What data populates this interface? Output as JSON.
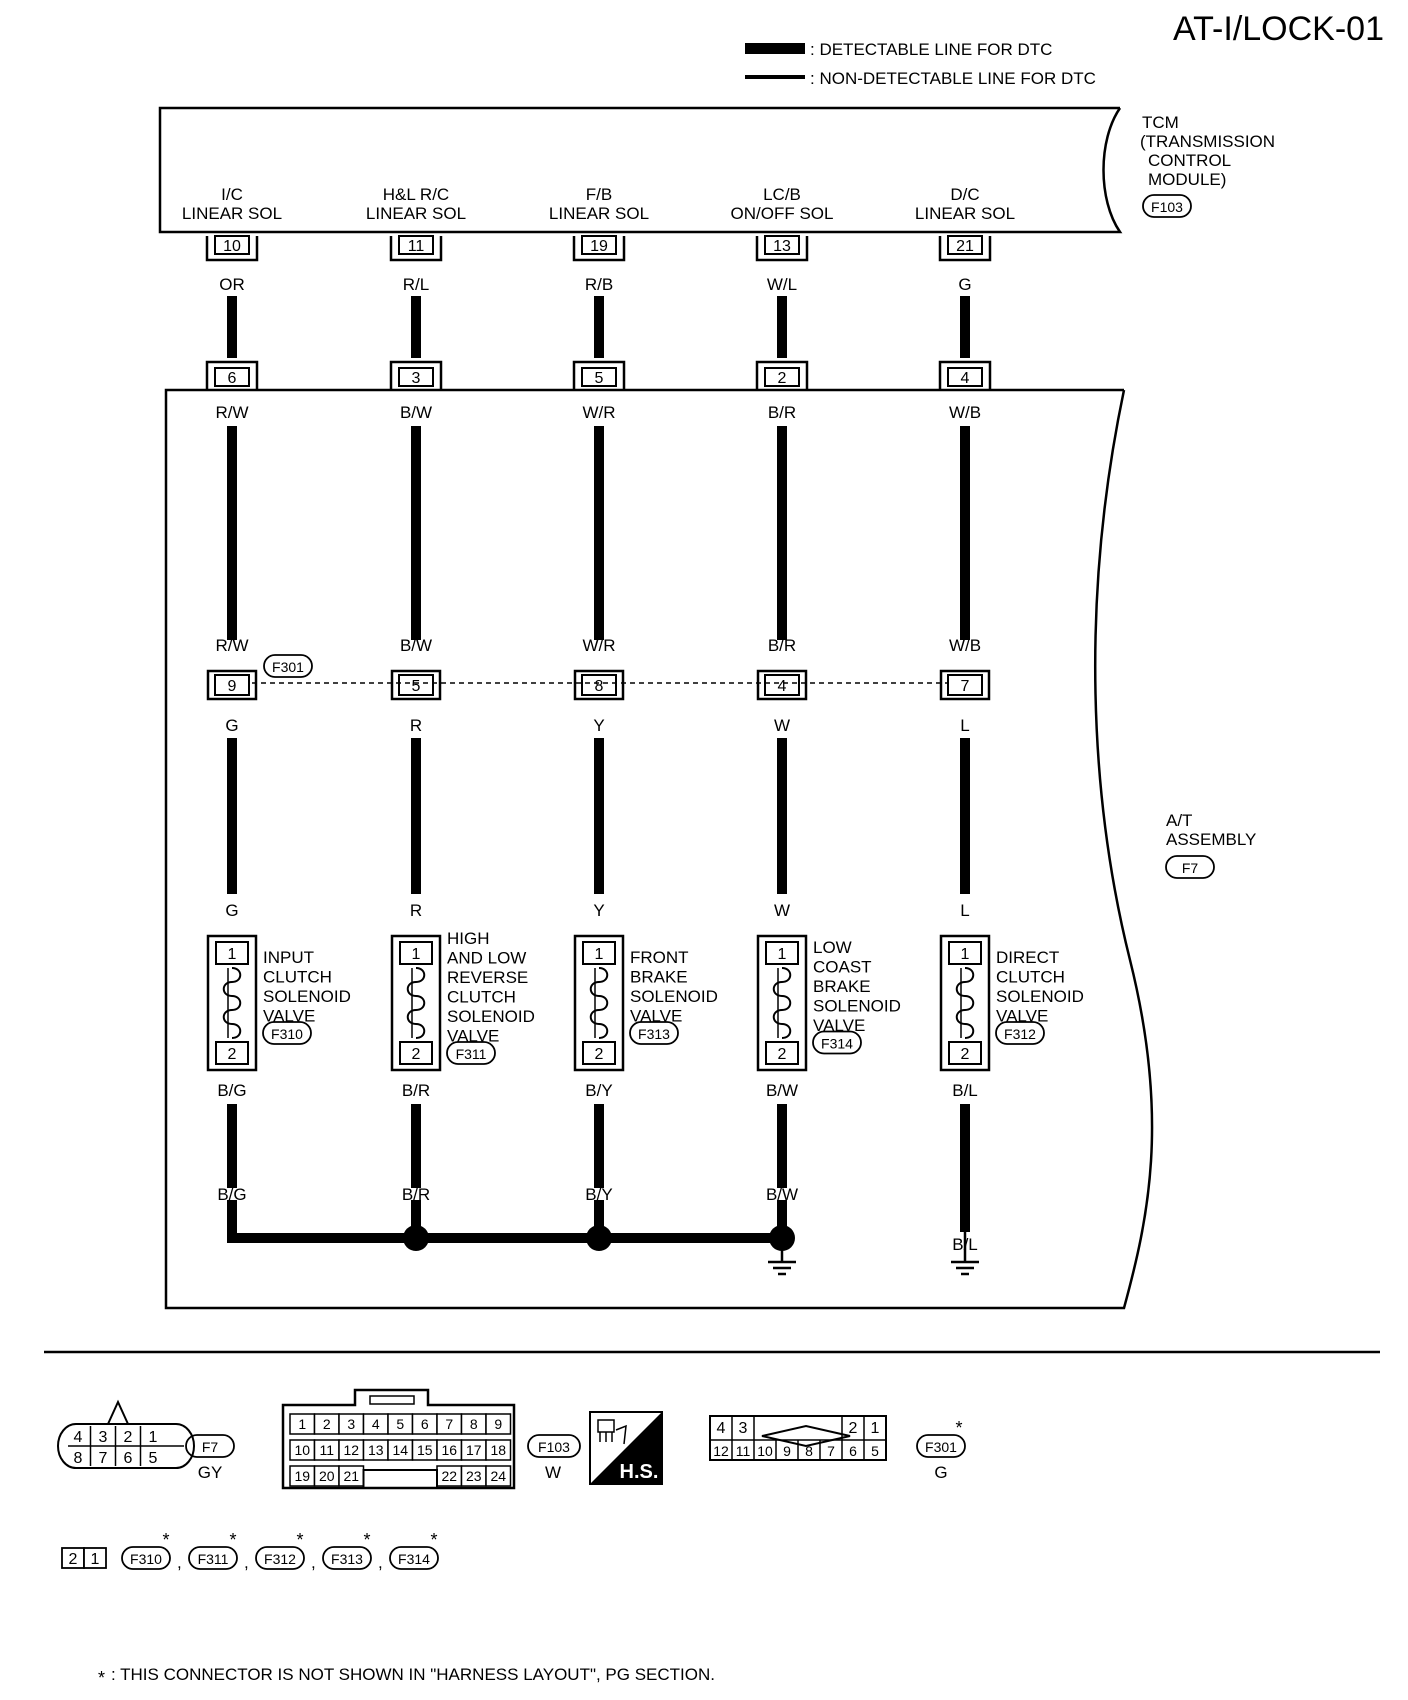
{
  "title": "AT-I/LOCK-01",
  "legend": {
    "detectable": ": DETECTABLE LINE FOR DTC",
    "non_detectable": ": NON-DETECTABLE LINE FOR DTC"
  },
  "tcm": {
    "lines": [
      "TCM",
      "(TRANSMISSION",
      "CONTROL",
      "MODULE)"
    ],
    "connector": "F103"
  },
  "at_assembly": {
    "lines": [
      "A/T",
      "ASSEMBLY"
    ],
    "connector": "F7"
  },
  "junction_connector": "F301",
  "circuits": [
    {
      "tcm_label": [
        "I/C",
        "LINEAR SOL"
      ],
      "tcm_pin": "10",
      "wire1": "OR",
      "f7_pin": "6",
      "wire2": "R/W",
      "f301_pin": "9",
      "wire3": "G",
      "valve_label": [
        "INPUT",
        "CLUTCH",
        "SOLENOID",
        "VALVE"
      ],
      "valve_conn": "F310",
      "pin_top": "1",
      "pin_bot": "2",
      "ground_wire": "B/G"
    },
    {
      "tcm_label": [
        "H&L R/C",
        "LINEAR SOL"
      ],
      "tcm_pin": "11",
      "wire1": "R/L",
      "f7_pin": "3",
      "wire2": "B/W",
      "f301_pin": "5",
      "wire3": "R",
      "valve_label": [
        "HIGH",
        "AND LOW",
        "REVERSE",
        "CLUTCH",
        "SOLENOID",
        "VALVE"
      ],
      "valve_conn": "F311",
      "pin_top": "1",
      "pin_bot": "2",
      "ground_wire": "B/R"
    },
    {
      "tcm_label": [
        "F/B",
        "LINEAR SOL"
      ],
      "tcm_pin": "19",
      "wire1": "R/B",
      "f7_pin": "5",
      "wire2": "W/R",
      "f301_pin": "8",
      "wire3": "Y",
      "valve_label": [
        "FRONT",
        "BRAKE",
        "SOLENOID",
        "VALVE"
      ],
      "valve_conn": "F313",
      "pin_top": "1",
      "pin_bot": "2",
      "ground_wire": "B/Y"
    },
    {
      "tcm_label": [
        "LC/B",
        "ON/OFF SOL"
      ],
      "tcm_pin": "13",
      "wire1": "W/L",
      "f7_pin": "2",
      "wire2": "B/R",
      "f301_pin": "4",
      "wire3": "W",
      "valve_label": [
        "LOW",
        "COAST",
        "BRAKE",
        "SOLENOID",
        "VALVE"
      ],
      "valve_conn": "F314",
      "pin_top": "1",
      "pin_bot": "2",
      "ground_wire": "B/W"
    },
    {
      "tcm_label": [
        "D/C",
        "LINEAR SOL"
      ],
      "tcm_pin": "21",
      "wire1": "G",
      "f7_pin": "4",
      "wire2": "W/B",
      "f301_pin": "7",
      "wire3": "L",
      "valve_label": [
        "DIRECT",
        "CLUTCH",
        "SOLENOID",
        "VALVE"
      ],
      "valve_conn": "F312",
      "pin_top": "1",
      "pin_bot": "2",
      "ground_wire": "B/L"
    }
  ],
  "connectors": {
    "f7": {
      "pins_top": [
        "4",
        "3",
        "2",
        "1"
      ],
      "pins_bottom": [
        "8",
        "7",
        "6",
        "5"
      ],
      "id": "F7",
      "color": "GY"
    },
    "f103": {
      "row1": [
        "1",
        "2",
        "3",
        "4",
        "5",
        "6",
        "7",
        "8",
        "9"
      ],
      "row2": [
        "10",
        "11",
        "12",
        "13",
        "14",
        "15",
        "16",
        "17",
        "18"
      ],
      "row3_left": [
        "19",
        "20",
        "21"
      ],
      "row3_right": [
        "22",
        "23",
        "24"
      ],
      "id": "F103",
      "color": "W"
    },
    "hs_label": "H.S.",
    "f301": {
      "top_left": [
        "4",
        "3"
      ],
      "top_right": [
        "2",
        "1"
      ],
      "bottom": [
        "12",
        "11",
        "10",
        "9",
        "8",
        "7",
        "6",
        "5"
      ],
      "id": "F301",
      "color": "G",
      "mark": "*"
    },
    "valves": {
      "pins": [
        "2",
        "1"
      ],
      "ids": [
        "F310",
        "F311",
        "F312",
        "F313",
        "F314"
      ],
      "separator": ",",
      "mark": "*"
    }
  },
  "footnote": {
    "mark": "*",
    "text": ": THIS CONNECTOR IS NOT SHOWN IN \"HARNESS LAYOUT\", PG SECTION."
  }
}
